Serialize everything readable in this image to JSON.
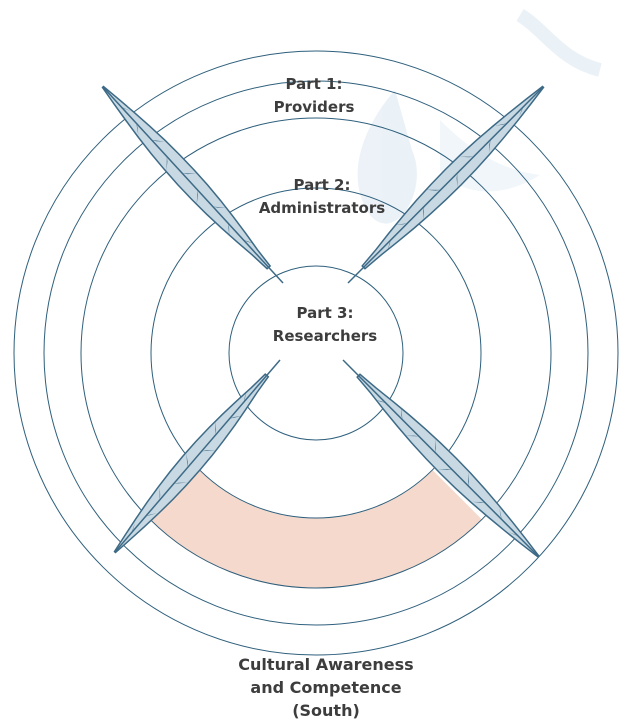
{
  "diagram": {
    "rings": [
      {
        "id": "outer",
        "label_line1": "Part 1:",
        "label_line2": "Providers"
      },
      {
        "id": "middle",
        "label_line1": "Part 2:",
        "label_line2": "Administrators"
      },
      {
        "id": "inner",
        "label_line1": "Part 3:",
        "label_line2": "Researchers"
      }
    ],
    "caption": {
      "line1": "Cultural Awareness",
      "line2": "and Competence",
      "line3": "(South)"
    },
    "highlight_quadrant": "south",
    "colors": {
      "ring_stroke": "#2e5f7c",
      "highlight_fill": "#f5d9cc",
      "feather_dark": "#3d6a86",
      "feather_light": "#c9d9e3",
      "text": "#3d3d3d",
      "watermark": "#dce8f1"
    },
    "feathers": [
      "northwest",
      "northeast",
      "southwest",
      "southeast"
    ]
  }
}
